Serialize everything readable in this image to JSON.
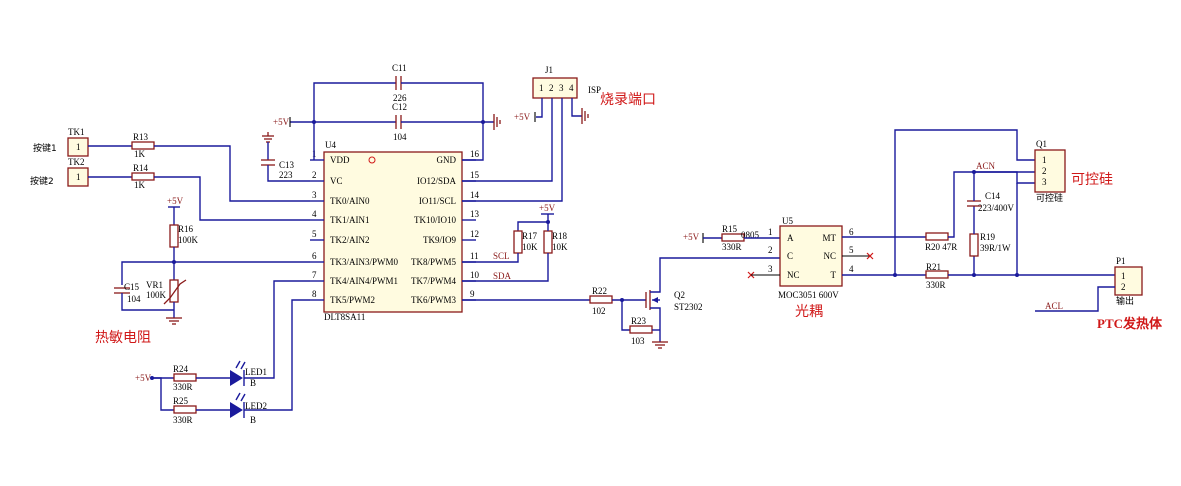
{
  "labels": {
    "vcc": "+5V",
    "key1": "按键1",
    "key2": "按键2",
    "tk1": "TK1",
    "tk2": "TK2",
    "tk_pin": "1",
    "r13": "R13",
    "r13_val": "1K",
    "r14": "R14",
    "r14_val": "1K",
    "r16": "R16",
    "r16_val": "100K",
    "c15": "C15",
    "c15_val": "104",
    "vr1": "VR1",
    "vr1_val": "100K",
    "thermistor_note": "热敏电阻",
    "r24": "R24",
    "r24_val": "330R",
    "r25": "R25",
    "r25_val": "330R",
    "led1": "LED1",
    "led2": "LED2",
    "led_b": "B",
    "c11": "C11",
    "c11_val": "226",
    "c12": "C12",
    "c12_val": "104",
    "c13": "C13",
    "c13_val": "223",
    "u4": "U4",
    "u4_part": "DLT8SA11",
    "j1": "J1",
    "j1_isp": "ISP",
    "isp_note": "烧录端口",
    "r17": "R17",
    "r17_val": "10K",
    "r18": "R18",
    "r18_val": "10K",
    "scl": "SCL",
    "sda": "SDA",
    "r22": "R22",
    "r22_val": "102",
    "r23": "R23",
    "r23_val": "103",
    "q2": "Q2",
    "q2_part": "ST2302",
    "r15": "R15",
    "r15_val": "330R",
    "r15_pkg": "0805",
    "u5": "U5",
    "u5_part": "MOC3051  600V",
    "optocoupler_note": "光耦",
    "r20": "R20  47R",
    "r21": "R21",
    "r21_val": "330R",
    "c14": "C14",
    "c14_val": "223/400V",
    "r19": "R19",
    "r19_val": "39R/1W",
    "acn": "ACN",
    "acl": "ACL",
    "q1": "Q1",
    "q1_part": "可控硅",
    "triac_note": "可控硅",
    "p1": "P1",
    "p1_part": "输出",
    "ptc_note": "PTC发热体"
  },
  "u4_pins": {
    "left": [
      {
        "num": "1",
        "name": "VDD"
      },
      {
        "num": "2",
        "name": "VC"
      },
      {
        "num": "3",
        "name": "TK0/AIN0"
      },
      {
        "num": "4",
        "name": "TK1/AIN1"
      },
      {
        "num": "5",
        "name": "TK2/AIN2"
      },
      {
        "num": "6",
        "name": "TK3/AIN3/PWM0"
      },
      {
        "num": "7",
        "name": "TK4/AIN4/PWM1"
      },
      {
        "num": "8",
        "name": "TK5/PWM2"
      }
    ],
    "right": [
      {
        "num": "16",
        "name": "GND"
      },
      {
        "num": "15",
        "name": "IO12/SDA"
      },
      {
        "num": "14",
        "name": "IO11/SCL"
      },
      {
        "num": "13",
        "name": "TK10/IO10"
      },
      {
        "num": "12",
        "name": "TK9/IO9"
      },
      {
        "num": "11",
        "name": "TK8/PWM5"
      },
      {
        "num": "10",
        "name": "TK7/PWM4"
      },
      {
        "num": "9",
        "name": "TK6/PWM3"
      }
    ]
  },
  "u5_pins": {
    "left": [
      {
        "num": "1",
        "name": "A"
      },
      {
        "num": "2",
        "name": "C"
      },
      {
        "num": "3",
        "name": "NC"
      }
    ],
    "right": [
      {
        "num": "6",
        "name": "MT"
      },
      {
        "num": "5",
        "name": "NC"
      },
      {
        "num": "4",
        "name": "T"
      }
    ]
  },
  "j1_pins": [
    "1",
    "2",
    "3",
    "4"
  ],
  "q1_pins": [
    "1",
    "2",
    "3"
  ],
  "p1_pins": [
    "1",
    "2"
  ]
}
